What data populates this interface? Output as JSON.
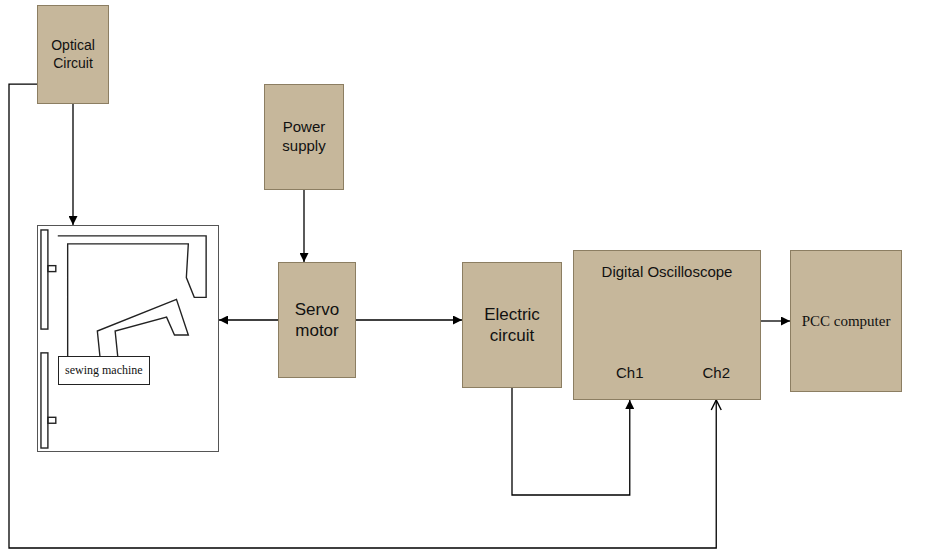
{
  "diagram": {
    "nodes": [
      {
        "text": [
          "Optical Circuit"
        ]
      },
      {
        "text": [
          "Power supply"
        ]
      },
      {
        "text": [
          "sewing machine"
        ]
      },
      {
        "text": [
          "Servo motor"
        ]
      },
      {
        "text": [
          "Electric circuit"
        ]
      },
      {
        "text": [
          "Digital Oscilloscope",
          "Ch1",
          "Ch2"
        ]
      },
      {
        "text": [
          "PCC computer"
        ]
      }
    ],
    "edges": [
      {
        "from": 0,
        "to": 2,
        "arrow": "to"
      },
      {
        "from": 0,
        "to": 5,
        "arrow": "to"
      },
      {
        "from": 1,
        "to": 3,
        "arrow": "to"
      },
      {
        "from": 3,
        "to": 2,
        "arrow": "to"
      },
      {
        "from": 3,
        "to": 4,
        "arrow": "to"
      },
      {
        "from": 4,
        "to": 5,
        "arrow": "to"
      },
      {
        "from": 5,
        "to": 6,
        "arrow": "to"
      }
    ]
  }
}
